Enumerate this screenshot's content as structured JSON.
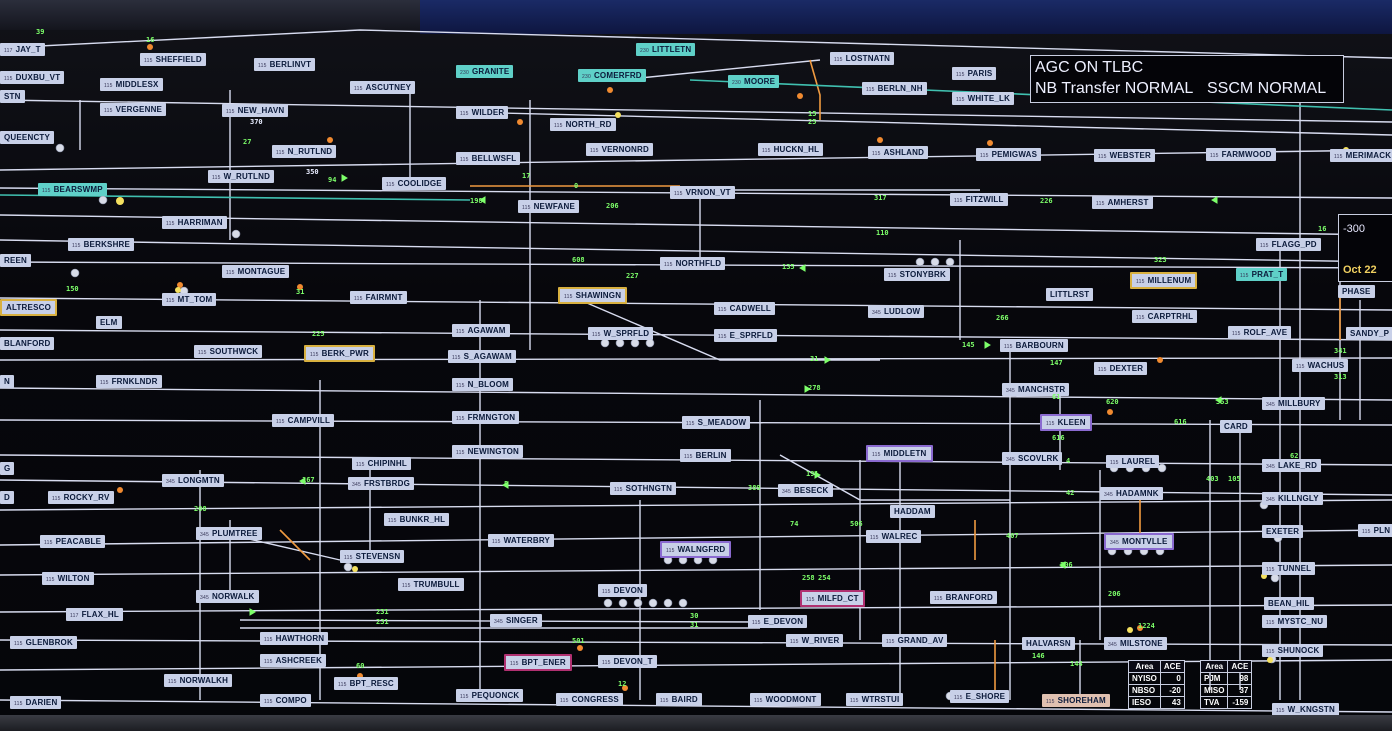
{
  "panel": {
    "agc": "AGC ON TLBC",
    "nb_transfer": "NB Transfer NORMAL",
    "sscm": "SSCM NORMAL"
  },
  "trend": {
    "scale_label": "-300",
    "date": "Oct 22"
  },
  "ace_tables": [
    {
      "header": [
        "Area",
        "ACE"
      ],
      "rows": [
        [
          "NYISO",
          "0"
        ],
        [
          "NBSO",
          "-20"
        ],
        [
          "IESO",
          "43"
        ]
      ]
    },
    {
      "header": [
        "Area",
        "ACE"
      ],
      "rows": [
        [
          "PJM",
          "98"
        ],
        [
          "MISO",
          "37"
        ],
        [
          "TVA",
          "-159"
        ]
      ]
    }
  ],
  "substations": {
    "jay_t": "JAY_T",
    "sheffield": "SHEFFIELD",
    "berlinvt": "BERLINVT",
    "granite": "GRANITE",
    "littletn": "LITTLETN",
    "comerfrd": "COMERFRD",
    "moore": "MOORE",
    "lostnatn": "LOSTNATN",
    "paris": "PARIS",
    "berln_nh": "BERLN_NH",
    "white_lk": "WHITE_LK",
    "duxbu_vt": "DUXBU_VT",
    "middlesx": "MIDDLESX",
    "ascutney": "ASCUTNEY",
    "wilder": "WILDER",
    "north_rd": "NORTH_RD",
    "vergenne": "VERGENNE",
    "new_havn": "NEW_HAVN",
    "queencty": "QUEENCTY",
    "vernonrd": "VERNONRD",
    "huckn_hl": "HUCKN_HL",
    "ashland": "ASHLAND",
    "pemigwas": "PEMIGWAS",
    "webster": "WEBSTER",
    "farmwood": "FARMWOOD",
    "merimack": "MERIMACK",
    "n_rutlnd": "N_RUTLND",
    "bellwsfl": "BELLWSFL",
    "w_rutlnd": "W_RUTLND",
    "coolidge": "COOLIDGE",
    "vrnon_vt": "VRNON_VT",
    "fitzwill": "FITZWILL",
    "amherst": "AMHERST",
    "bearswmp": "BEARSWMP",
    "newfane": "NEWFANE",
    "harriman": "HARRIMAN",
    "flagg_pd": "FLAGG_PD",
    "berkshre": "BERKSHRE",
    "reen": "REEN",
    "northfld": "NORTHFLD",
    "stonybrk": "STONYBRK",
    "millenum": "MILLENUM",
    "prat_t": "PRAT_T",
    "montague": "MONTAGUE",
    "mt_tom": "MT_TOM",
    "fairmnt": "FAIRMNT",
    "shawingn": "SHAWINGN",
    "littlrst": "LITTLRST",
    "altresco": "ALTRESCO",
    "cadwell": "CADWELL",
    "carptrhl": "CARPTRHL",
    "phase": "PHASE",
    "elm": "ELM",
    "agawam": "AGAWAM",
    "w_sprfld": "W_SPRFLD",
    "e_sprfld": "E_SPRFLD",
    "ludlow": "LUDLOW",
    "rolf_ave": "ROLF_AVE",
    "sandy_p": "SANDY_P",
    "blanford": "BLANFORD",
    "southwck": "SOUTHWCK",
    "berk_pwr": "BERK_PWR",
    "s_agawam": "S_AGAWAM",
    "barbourn": "BARBOURN",
    "dexter": "DEXTER",
    "wachus": "WACHUS",
    "frnklndr": "FRNKLNDR",
    "n_bloom": "N_BLOOM",
    "manchstr": "MANCHSTR",
    "millbury": "MILLBURY",
    "frmngton": "FRMNGTON",
    "s_meadow": "S_MEADOW",
    "kleen": "KLEEN",
    "card": "CARD",
    "campvill": "CAMPVILL",
    "newington": "NEWINGTON",
    "berlin": "BERLIN",
    "middletn": "MIDDLETN",
    "scovlrk": "SCOVLRK",
    "laurel": "LAUREL",
    "lake_rd": "LAKE_RD",
    "chipinhl": "CHIPINHL",
    "longmtn": "LONGMTN",
    "frstbrdg": "FRSTBRDG",
    "sothngtn": "SOTHNGTN",
    "beseck": "BESECK",
    "hadamnk": "HADAMNK",
    "killngly": "KILLNGLY",
    "rocky_rv": "ROCKY_RV",
    "bunkr_hl": "BUNKR_HL",
    "haddam": "HADDAM",
    "exeter": "EXETER",
    "plumtree": "PLUMTREE",
    "peacable": "PEACABLE",
    "waterbry": "WATERBRY",
    "walrec": "WALREC",
    "montvlle": "MONTVLLE",
    "pln": "PLN",
    "walngfrd": "WALNGFRD",
    "stevensn": "STEVENSN",
    "wilton": "WILTON",
    "trumbull": "TRUMBULL",
    "tunnel": "TUNNEL",
    "devon": "DEVON",
    "milfd_ct": "MILFD_CT",
    "branford": "BRANFORD",
    "norwalk": "NORWALK",
    "bean_hil": "BEAN_HIL",
    "flax_hl": "FLAX_HL",
    "singer": "SINGER",
    "e_devon": "E_DEVON",
    "mystc_nu": "MYSTC_NU",
    "glenbrok": "GLENBROK",
    "hawthorn": "HAWTHORN",
    "w_river": "W_RIVER",
    "grand_av": "GRAND_AV",
    "halvarsn": "HALVARSN",
    "milstone": "MILSTONE",
    "ashcreek": "ASHCREEK",
    "bpt_ener": "BPT_ENER",
    "devon_t": "DEVON_T",
    "shunock": "SHUNOCK",
    "norwalkh": "NORWALKH",
    "bpt_resc": "BPT_RESC",
    "darien": "DARIEN",
    "compo": "COMPO",
    "pequonck": "PEQUONCK",
    "congress": "CONGRESS",
    "baird": "BAIRD",
    "woodmont": "WOODMONT",
    "wtrstui": "WTRSTUI",
    "e_shore": "E_SHORE",
    "shoreham": "SHOREHAM",
    "w_kngstn": "W_KNGSTN",
    "stn": "STN",
    "d": "D",
    "g": "G",
    "n": "N"
  },
  "flows": {
    "f94": "94",
    "f350": "350",
    "f27": "27",
    "f370": "370",
    "f198": "198",
    "f206": "206",
    "f0": "0",
    "f17": "17",
    "f15": "15",
    "f25": "25",
    "f317": "317",
    "f226": "226",
    "f110": "110",
    "f608": "608",
    "f135": "135",
    "f227": "227",
    "f150": "150",
    "f225": "225",
    "f31": "31",
    "f266": "266",
    "f145": "145",
    "f278": "278",
    "f353": "353",
    "f616": "616",
    "f620": "620",
    "f616b": "616",
    "f191": "191",
    "f167": "167",
    "f389": "389",
    "f42": "42",
    "f105": "105",
    "f403": "403",
    "f208": "208",
    "f231": "231",
    "f30": "30",
    "f501": "501",
    "f60": "60",
    "f12": "12",
    "f506": "506",
    "f206b": "206",
    "f1224": "1224",
    "f146": "146",
    "f144": "144",
    "f74": "74",
    "f407": "407",
    "f258": "258",
    "f254": "254",
    "f323": "323",
    "f39": "39",
    "f16": "16",
    "f4": "4",
    "f62": "62",
    "f61": "61",
    "f147": "147",
    "f5": "5",
    "f341": "341",
    "f313": "313"
  }
}
